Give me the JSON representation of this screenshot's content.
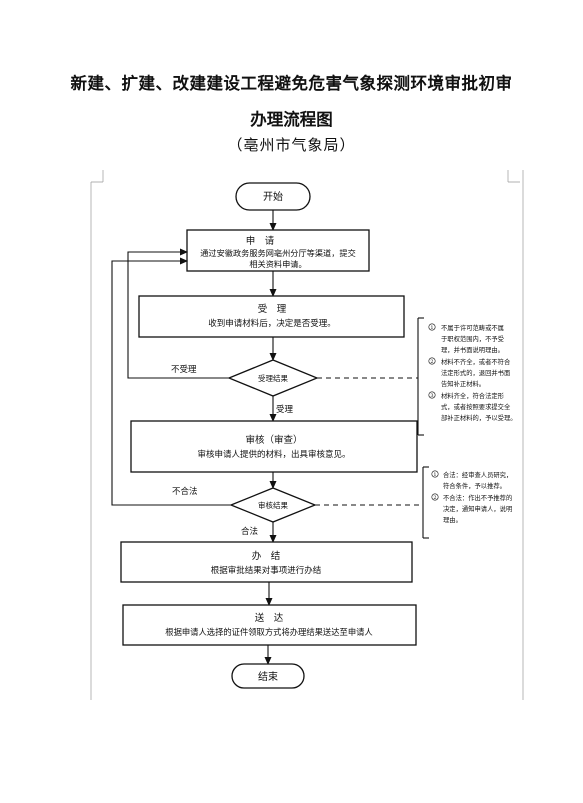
{
  "title": {
    "line1": "新建、扩建、改建建设工程避免危害气象探测环境审批初审",
    "line2": "办理流程图",
    "line3": "（亳州市气象局）"
  },
  "nodes": {
    "start": "开始",
    "apply_title": "申　请",
    "apply_desc1": "通过安徽政务服务网亳州分厅等渠道，提交",
    "apply_desc2": "相关资料申请。",
    "accept_title": "受　理",
    "accept_desc": "收到申请材料后，决定是否受理。",
    "accept_result": "受理结果",
    "review_title": "审核（审查）",
    "review_desc": "审核申请人提供的材料，出具审核意见。",
    "review_result": "审核结果",
    "finish_title": "办　结",
    "finish_desc": "根据审批结果对事项进行办结",
    "deliver_title": "送　达",
    "deliver_desc": "根据申请人选择的证件领取方式将办理结果送达至申请人",
    "end": "结束"
  },
  "labels": {
    "not_accepted": "不受理",
    "accepted": "受理",
    "not_qualified": "不合法",
    "qualified": "合法"
  },
  "notes": {
    "accept": [
      {
        "num": "①",
        "lines": [
          "不属于许可范畴或不属",
          "于职权范围内，不予受",
          "理，并书面说明理由。"
        ]
      },
      {
        "num": "②",
        "lines": [
          "材料不齐全，或者不符合",
          "法定形式的，退回并书面",
          "告知补正材料。"
        ]
      },
      {
        "num": "③",
        "lines": [
          "材料齐全，符合法定形",
          "式，或者按照要求提交全",
          "部补正材料的，予以受理。"
        ]
      }
    ],
    "review": [
      {
        "num": "①",
        "lines": [
          "合法：经审查人员研究，",
          "符合条件，予以推荐。"
        ]
      },
      {
        "num": "②",
        "lines": [
          "不合法：作出不予推荐的",
          "决定，通知申请人，说明",
          "理由。"
        ]
      }
    ]
  }
}
